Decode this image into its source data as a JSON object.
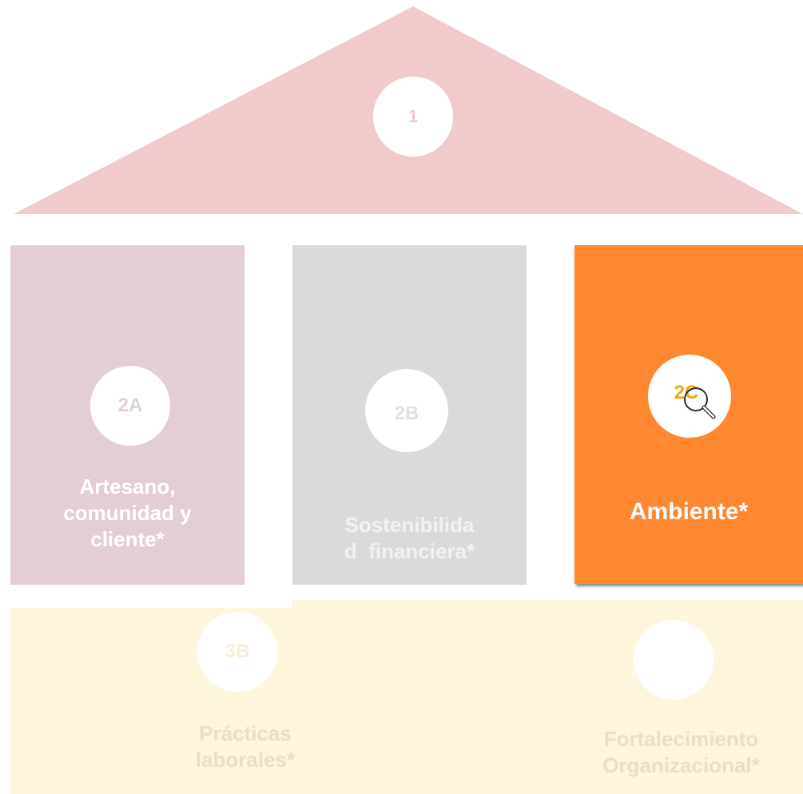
{
  "roof": {
    "number": "1",
    "color": "#f1cbcb"
  },
  "pillars": [
    {
      "number": "2A",
      "label_lines": [
        "Artesano,",
        "comunidad y",
        "cliente*"
      ],
      "color": "#e3ced3"
    },
    {
      "number": "2B",
      "label_lines": [
        "Sostenibilida",
        "d  financiera*"
      ],
      "color": "#dadada"
    },
    {
      "number": "2C",
      "label_lines": [
        "Ambiente*"
      ],
      "color": "#ff8730",
      "icon": "magnifier-icon",
      "highlighted": true
    }
  ],
  "foundation": {
    "color": "#fef6dc",
    "sections": [
      {
        "number": "3B",
        "label_lines": [
          "Prácticas",
          "laborales*"
        ]
      },
      {
        "number": "",
        "label_lines": [
          "Fortalecimiento",
          "Organizacional*"
        ]
      }
    ]
  }
}
